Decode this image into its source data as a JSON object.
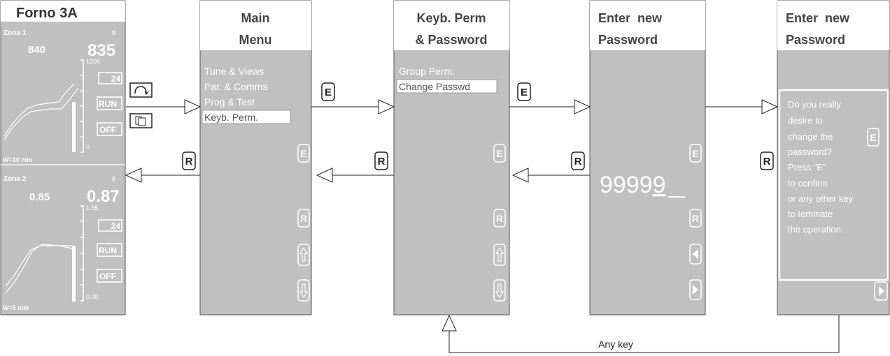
{
  "controller": {
    "title": "Forno 3A",
    "zones": [
      {
        "name": "Zona 1",
        "index": "8",
        "setpoint": "840",
        "value": "835",
        "scale_max": "1200",
        "scale_min": "0",
        "time_window": "W=10 min",
        "box_value": "24",
        "run_label": "RUN",
        "off_label": "OFF"
      },
      {
        "name": "Zona 2",
        "index": "8",
        "setpoint": "0.85",
        "value": "0.87",
        "scale_max": "1.55",
        "scale_min": "0.00",
        "time_window": "W=5 min",
        "box_value": "24",
        "run_label": "RUN",
        "off_label": "OFF"
      }
    ]
  },
  "screens": {
    "main_menu": {
      "title_line1": "Main",
      "title_line2": "Menu",
      "items": [
        "Tune & Views",
        "Par. & Comms",
        "Prog & Test",
        "Keyb. Perm."
      ],
      "selected_index": 3
    },
    "keyb_perm": {
      "title_line1": "Keyb. Perm",
      "title_line2": "& Password",
      "items": [
        "Group Perm.",
        "Change Passwd"
      ],
      "selected_index": 1
    },
    "enter_password": {
      "title_line1": "Enter  new",
      "title_line2": "Password",
      "digits": "9999",
      "cursor_digit": "9"
    },
    "confirm": {
      "title_line1": "Enter  new",
      "title_line2": "Password",
      "dialog_lines": [
        "Do you really",
        "desire to",
        "change the",
        "password?",
        "Press \"E\"",
        "to confirm",
        "or any other key",
        "to teminate",
        "the operation."
      ]
    }
  },
  "keys": {
    "enter": "E",
    "return": "R"
  },
  "flow": {
    "loop_label": "Any key"
  },
  "colors": {
    "screen_gray": "#c0c0c0",
    "text_white": "#ffffff",
    "line": "#222222"
  }
}
